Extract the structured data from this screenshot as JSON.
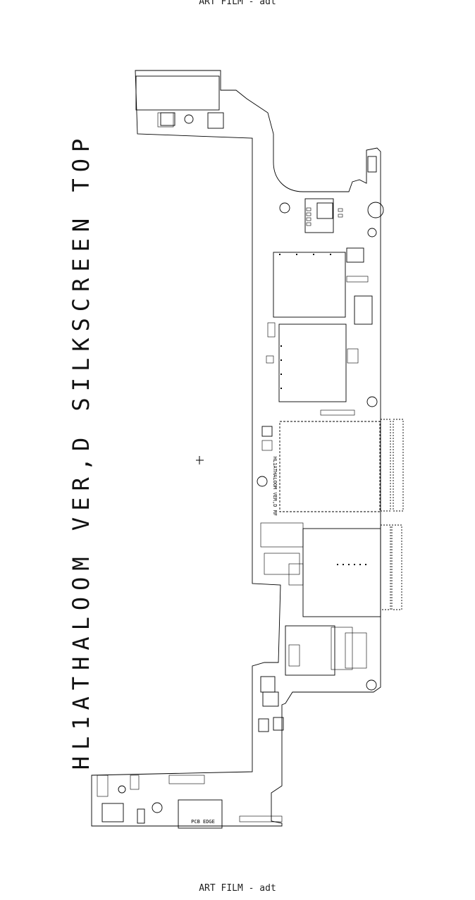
{
  "header_top": "ART FILM - adt",
  "header_bottom": "ART FILM - adt",
  "side_title": "HL1ATHALOOM VER,D SILKSCREEN TOP",
  "board_label": "HL1ATHALOOM VER,D RF",
  "pcb_edge_label": "PCB EDGE",
  "colors": {
    "ink": "#000000",
    "paper": "#ffffff"
  }
}
